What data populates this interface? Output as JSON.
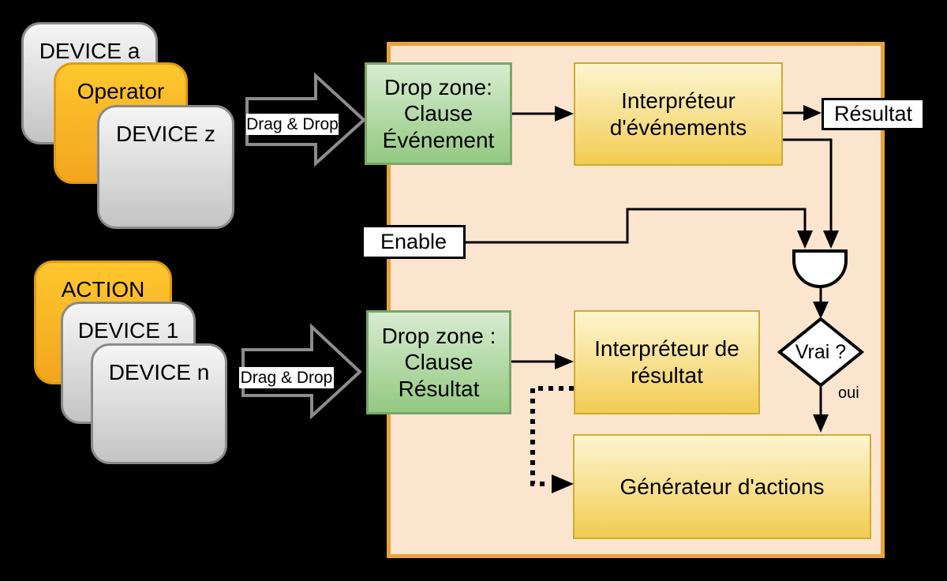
{
  "colors": {
    "background": "#000000",
    "panel_fill": "#FBE5CE",
    "panel_border": "#E8A33C",
    "green_box_top": "#D7ECD0",
    "green_box_bottom": "#93C981",
    "green_box_border": "#7BA569",
    "yellow_box_top": "#FDF5D0",
    "yellow_box_bottom": "#F2CC52",
    "yellow_box_border": "#CDAC33",
    "gray_card_top": "#F5F5F5",
    "gray_card_bottom": "#C4C4C4",
    "gray_card_border": "#8A8A8A",
    "orange_card_top": "#FFC72F",
    "orange_card_bottom": "#F2A51E",
    "orange_card_border": "#DE9B13",
    "connector": "#000000",
    "block_arrow_outline": "#8C8C8C"
  },
  "event_stack": {
    "cards": [
      {
        "label": "DEVICE a",
        "variant": "gray"
      },
      {
        "label": "Operator",
        "variant": "orange"
      },
      {
        "label": "DEVICE z",
        "variant": "gray"
      }
    ]
  },
  "action_stack": {
    "cards": [
      {
        "label": "ACTION",
        "variant": "orange"
      },
      {
        "label": "DEVICE 1",
        "variant": "gray"
      },
      {
        "label": "DEVICE n",
        "variant": "gray"
      }
    ]
  },
  "drag_drop_top": {
    "label": "Drag & Drop"
  },
  "drag_drop_bottom": {
    "label": "Drag & Drop"
  },
  "engine": {
    "drop_zone_event": "Drop zone:\nClause\nÉvénement",
    "event_interpreter": "Interpréteur\nd'événements",
    "result_tag": "Résultat",
    "enable_tag": "Enable",
    "decision": "Vrai ?",
    "decision_yes": "oui",
    "drop_zone_result": "Drop zone :\nClause\nRésultat",
    "result_interpreter": "Interpréteur de\nrésultat",
    "action_generator": "Générateur d'actions"
  }
}
